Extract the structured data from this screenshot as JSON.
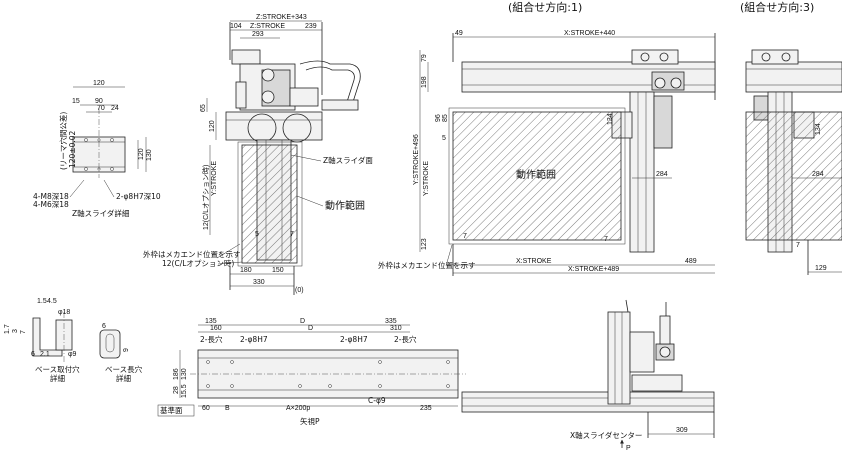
{
  "headers": {
    "config1": "(組合せ方向:1)",
    "config3": "(組合せ方向:3)"
  },
  "z_view": {
    "z_stroke_343": "Z:STROKE+343",
    "z_stroke": "Z:STROKE",
    "d104": "104",
    "d293": "293",
    "d239": "239",
    "d65": "65",
    "d120": "120",
    "z_slider_label": "Z軸スライダ面",
    "clo_option": "12(C/Lオプション時)",
    "y_stroke": "Y:STROKE",
    "range_label": "動作範囲",
    "d5": "5",
    "d7": "7",
    "mech_end_note": "外枠はメカエンド位置を示す",
    "clo_12": "12(C/Lオプション時)",
    "d180": "180",
    "d150": "150",
    "d330": "330",
    "d0": "(0)"
  },
  "z_detail": {
    "d120": "120",
    "d90": "90",
    "d15": "15",
    "d70": "70",
    "d24": "24",
    "d120r": "120",
    "d130": "130",
    "ream_pitch": "(リーマ穴間公差)",
    "ream_val": "120±0.02",
    "m8": "4-M8深18",
    "m6": "4-M6深18",
    "pin": "2-φ8H7深10",
    "title": "Z軸スライダ詳細"
  },
  "config1": {
    "d49": "49",
    "x_stroke_440": "X:STROKE+440",
    "d79": "79",
    "d198": "198",
    "y_stroke_496": "Y:STROKE+496",
    "y_stroke": "Y:STROKE",
    "d96": "96",
    "d85": "85",
    "d134": "134",
    "d5": "5",
    "d284": "284",
    "range_label": "動作範囲",
    "d123": "123",
    "d7a": "7",
    "d7b": "7",
    "mech_end_note": "外枠はメカエンド位置を示す",
    "x_stroke": "X:STROKE",
    "d489": "489",
    "x_stroke_489": "X:STROKE+489"
  },
  "config3": {
    "d134": "134",
    "d284": "284",
    "d7": "7",
    "d129": "129"
  },
  "base_detail": {
    "d15": "1.5",
    "d45": "4.5",
    "d18": "φ18",
    "d17": "1.7",
    "d3": "3",
    "d7": "7",
    "d6": "6",
    "d21": "2.1",
    "d9": "φ9",
    "d6b": "6",
    "d9b": "9",
    "hole_label": "ベース取付穴",
    "hole_sub": "詳細",
    "slot_label": "ベース長穴",
    "slot_sub": "詳細"
  },
  "bottom_view": {
    "d135": "135",
    "d160": "160",
    "dD1": "D",
    "dD2": "D",
    "d335": "335",
    "d310": "310",
    "slot_l": "2-長穴",
    "pin_l": "2-φ8H7",
    "pin_r": "2-φ8H7",
    "slot_r": "2-長穴",
    "d186": "186",
    "d130": "130",
    "d28": "28",
    "d155": "15.5",
    "datum": "基準面",
    "d60": "60",
    "dB": "B",
    "pitch": "A×200p",
    "holes": "C-φ9",
    "d235": "235",
    "view_label": "矢視P"
  },
  "side_view": {
    "x_center": "X軸スライダセンター",
    "d309": "309",
    "arrow_p": "P"
  }
}
